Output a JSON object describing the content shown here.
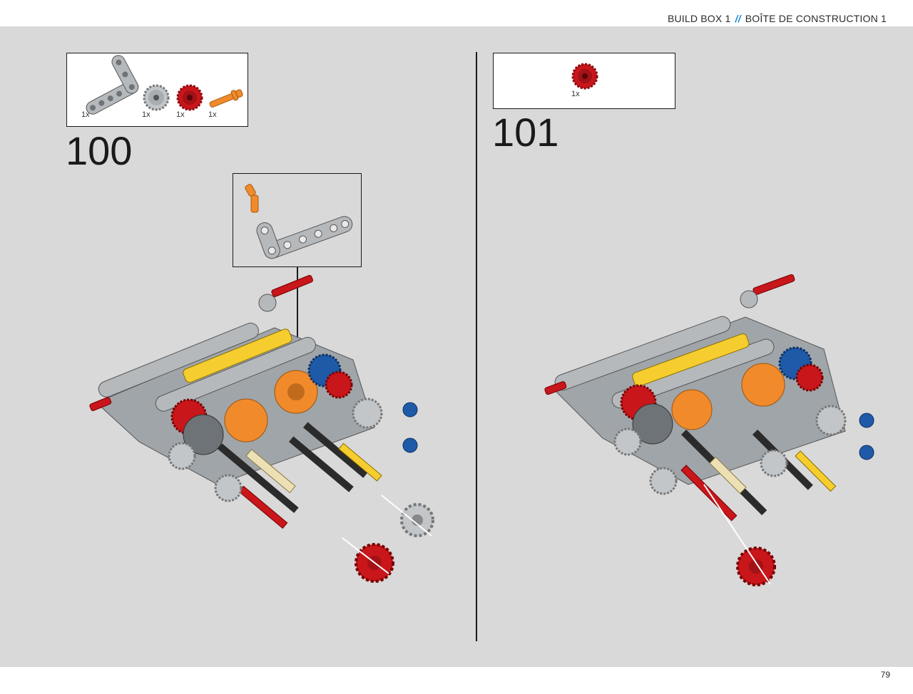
{
  "header": {
    "left": "BUILD BOX 1",
    "separator": "//",
    "right": "BOÎTE DE CONSTRUCTION 1"
  },
  "footer": {
    "page_number": "79"
  },
  "steps": [
    {
      "number": "100",
      "parts": [
        {
          "icon": "l-beam-icon",
          "qty": "1x"
        },
        {
          "icon": "gray-gear-icon",
          "qty": "1x"
        },
        {
          "icon": "red-gear-icon",
          "qty": "1x"
        },
        {
          "icon": "orange-axle-pin-icon",
          "qty": "1x"
        }
      ]
    },
    {
      "number": "101",
      "parts": [
        {
          "icon": "red-gear-icon",
          "qty": "1x"
        }
      ]
    }
  ],
  "colors": {
    "background": "#d9d9d9",
    "accent": "#1f8ad6",
    "lego_red": "#c8161b",
    "lego_yellow": "#f5cd2f",
    "lego_orange": "#f08a2b",
    "lego_blue": "#1e5aa8",
    "lego_gray": "#a0a5a9",
    "lego_dark": "#2b2b2b"
  }
}
